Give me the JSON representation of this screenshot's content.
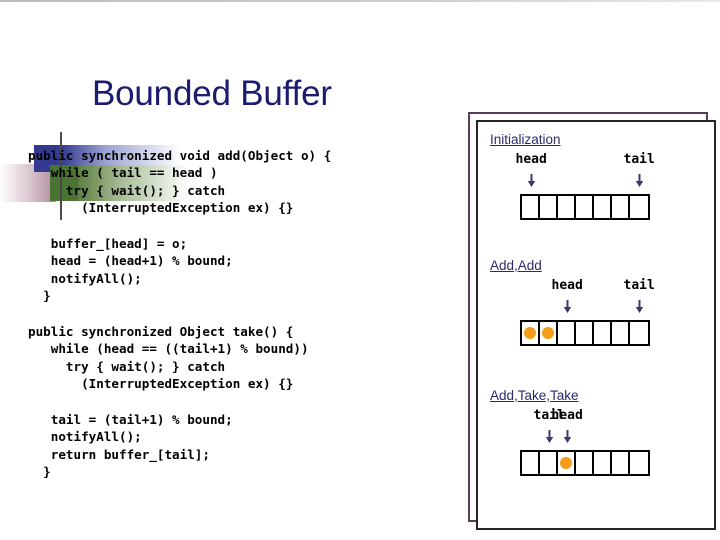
{
  "slide": {
    "title": "Bounded Buffer",
    "accent_title_color": "#1b1b70",
    "accent_heading_color": "#2b2b6b",
    "accent_fill_color": "#f59c1a",
    "deco_blue_color": "#333a8f",
    "deco_green_color": "#4b7334",
    "frame_outer_color": "#5a3d56",
    "frame_inner_color": "#262626"
  },
  "code": {
    "text": "public synchronized void add(Object o) {\n   while ( tail == head )\n     try { wait(); } catch\n       (InterruptedException ex) {}\n\n   buffer_[head] = o;\n   head = (head+1) % bound;\n   notifyAll();\n  }\n\npublic synchronized Object take() {\n   while (head == ((tail+1) % bound))\n     try { wait(); } catch\n       (InterruptedException ex) {}\n\n   tail = (tail+1) % bound;\n   notifyAll();\n   return buffer_[tail];\n  }"
  },
  "diagrams": [
    {
      "title": "Initialization",
      "cells": 7,
      "filled": [],
      "pointers": [
        {
          "label": "head",
          "cell": 0
        },
        {
          "label": "tail",
          "cell": 6
        }
      ]
    },
    {
      "title": "Add,Add",
      "cells": 7,
      "filled": [
        0,
        1
      ],
      "pointers": [
        {
          "label": "head",
          "cell": 2
        },
        {
          "label": "tail",
          "cell": 6
        }
      ]
    },
    {
      "title": "Add,Take,Take",
      "cells": 7,
      "filled": [
        2
      ],
      "pointers": [
        {
          "label": "tail",
          "cell": 1
        },
        {
          "label": "head",
          "cell": 2
        }
      ]
    }
  ]
}
